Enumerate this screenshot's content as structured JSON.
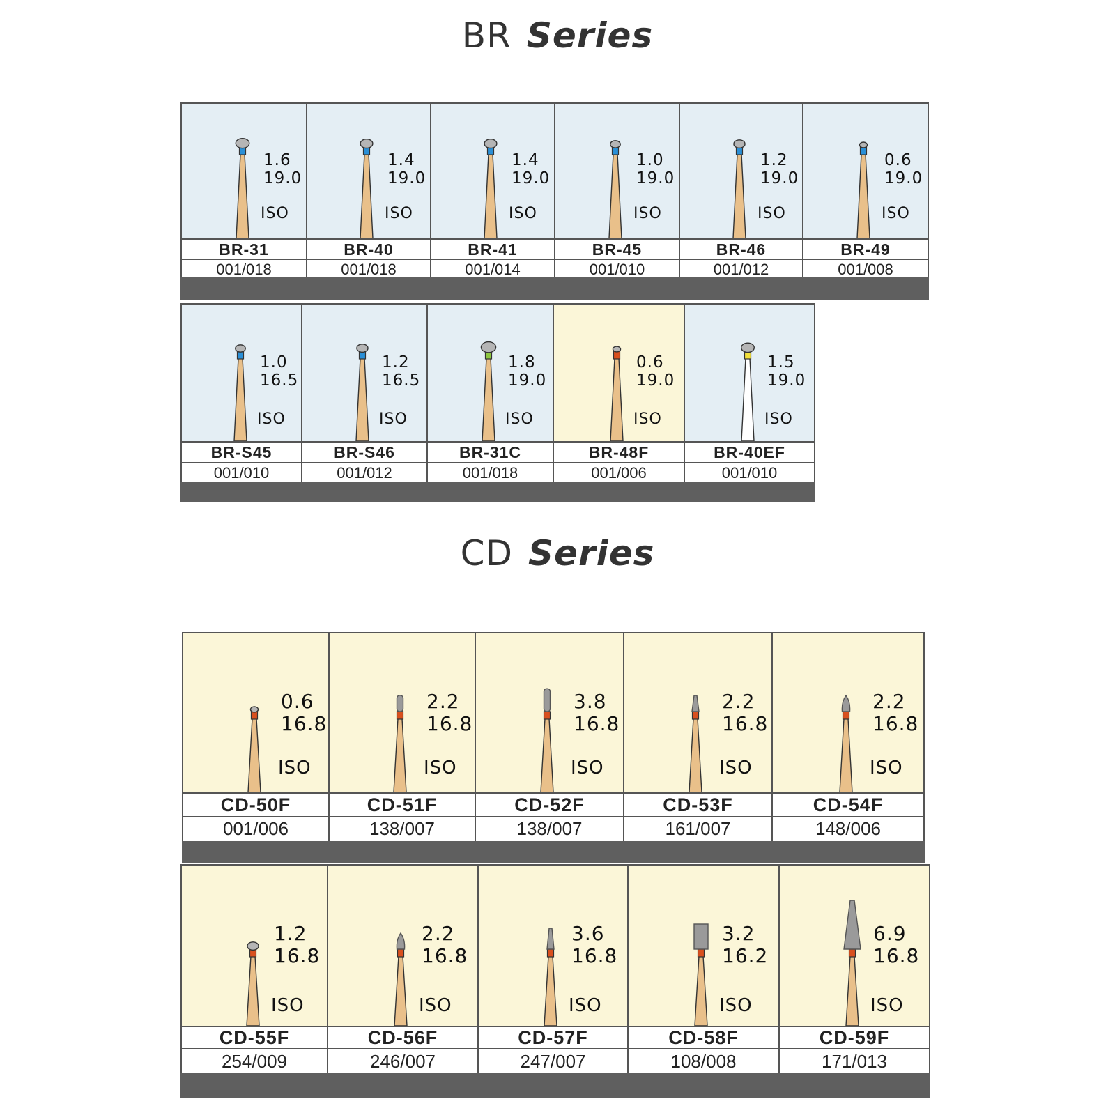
{
  "br_section": {
    "title_main": "BR",
    "title_italic": "Series",
    "rows": [
      [
        {
          "name": "BR-31",
          "code": "001/018",
          "d": "1.6",
          "l": "19.0",
          "iso": "ISO",
          "bg": "#e4eef4",
          "ring": "#2a8fd6",
          "head": "round",
          "headSize": 1.6
        },
        {
          "name": "BR-40",
          "code": "001/018",
          "d": "1.4",
          "l": "19.0",
          "iso": "ISO",
          "bg": "#e4eef4",
          "ring": "#2a8fd6",
          "head": "round",
          "headSize": 1.4
        },
        {
          "name": "BR-41",
          "code": "001/014",
          "d": "1.4",
          "l": "19.0",
          "iso": "ISO",
          "bg": "#e4eef4",
          "ring": "#2a8fd6",
          "head": "round",
          "headSize": 1.4
        },
        {
          "name": "BR-45",
          "code": "001/010",
          "d": "1.0",
          "l": "19.0",
          "iso": "ISO",
          "bg": "#e4eef4",
          "ring": "#2a8fd6",
          "head": "round",
          "headSize": 1.0
        },
        {
          "name": "BR-46",
          "code": "001/012",
          "d": "1.2",
          "l": "19.0",
          "iso": "ISO",
          "bg": "#e4eef4",
          "ring": "#2a8fd6",
          "head": "round",
          "headSize": 1.2
        },
        {
          "name": "BR-49",
          "code": "001/008",
          "d": "0.6",
          "l": "19.0",
          "iso": "ISO",
          "bg": "#e4eef4",
          "ring": "#2a8fd6",
          "head": "round",
          "headSize": 0.6
        }
      ],
      [
        {
          "name": "BR-S45",
          "code": "001/010",
          "d": "1.0",
          "l": "16.5",
          "iso": "ISO",
          "bg": "#e4eef4",
          "ring": "#2a8fd6",
          "head": "round",
          "headSize": 1.0
        },
        {
          "name": "BR-S46",
          "code": "001/012",
          "d": "1.2",
          "l": "16.5",
          "iso": "ISO",
          "bg": "#e4eef4",
          "ring": "#2a8fd6",
          "head": "round",
          "headSize": 1.2
        },
        {
          "name": "BR-31C",
          "code": "001/018",
          "d": "1.8",
          "l": "19.0",
          "iso": "ISO",
          "bg": "#e4eef4",
          "ring": "#8cc63f",
          "head": "round",
          "headSize": 1.8
        },
        {
          "name": "BR-48F",
          "code": "001/006",
          "d": "0.6",
          "l": "19.0",
          "iso": "ISO",
          "bg": "#fbf6d8",
          "ring": "#d9501e",
          "head": "round",
          "headSize": 0.6
        },
        {
          "name": "BR-40EF",
          "code": "001/010",
          "d": "1.5",
          "l": "19.0",
          "iso": "ISO",
          "bg": "#e4eef4",
          "ring": "#f2e03a",
          "head": "round",
          "headSize": 1.5,
          "shank": "white"
        }
      ]
    ]
  },
  "cd_section": {
    "title_main": "CD",
    "title_italic": "Series",
    "rows": [
      [
        {
          "name": "CD-50F",
          "code": "001/006",
          "d": "0.6",
          "l": "16.8",
          "iso": "ISO",
          "bg": "#fbf6d8",
          "ring": "#d9501e",
          "head": "round",
          "headSize": 0.6
        },
        {
          "name": "CD-51F",
          "code": "138/007",
          "d": "2.2",
          "l": "16.8",
          "iso": "ISO",
          "bg": "#fbf6d8",
          "ring": "#d9501e",
          "head": "cyl",
          "headSize": 2.2
        },
        {
          "name": "CD-52F",
          "code": "138/007",
          "d": "3.8",
          "l": "16.8",
          "iso": "ISO",
          "bg": "#fbf6d8",
          "ring": "#d9501e",
          "head": "cyl",
          "headSize": 3.8
        },
        {
          "name": "CD-53F",
          "code": "161/007",
          "d": "2.2",
          "l": "16.8",
          "iso": "ISO",
          "bg": "#fbf6d8",
          "ring": "#d9501e",
          "head": "taper",
          "headSize": 2.2
        },
        {
          "name": "CD-54F",
          "code": "148/006",
          "d": "2.2",
          "l": "16.8",
          "iso": "ISO",
          "bg": "#fbf6d8",
          "ring": "#d9501e",
          "head": "flame",
          "headSize": 2.2
        }
      ],
      [
        {
          "name": "CD-55F",
          "code": "254/009",
          "d": "1.2",
          "l": "16.8",
          "iso": "ISO",
          "bg": "#fbf6d8",
          "ring": "#d9501e",
          "head": "round",
          "headSize": 1.2
        },
        {
          "name": "CD-56F",
          "code": "246/007",
          "d": "2.2",
          "l": "16.8",
          "iso": "ISO",
          "bg": "#fbf6d8",
          "ring": "#d9501e",
          "head": "flame",
          "headSize": 2.2
        },
        {
          "name": "CD-57F",
          "code": "247/007",
          "d": "3.6",
          "l": "16.8",
          "iso": "ISO",
          "bg": "#fbf6d8",
          "ring": "#d9501e",
          "head": "taper",
          "headSize": 3.6
        },
        {
          "name": "CD-58F",
          "code": "108/008",
          "d": "3.2",
          "l": "16.2",
          "iso": "ISO",
          "bg": "#fbf6d8",
          "ring": "#d9501e",
          "head": "cylbig",
          "headSize": 3.2
        },
        {
          "name": "CD-59F",
          "code": "171/013",
          "d": "6.9",
          "l": "16.8",
          "iso": "ISO",
          "bg": "#fbf6d8",
          "ring": "#d9501e",
          "head": "cone",
          "headSize": 6.9
        }
      ]
    ]
  }
}
